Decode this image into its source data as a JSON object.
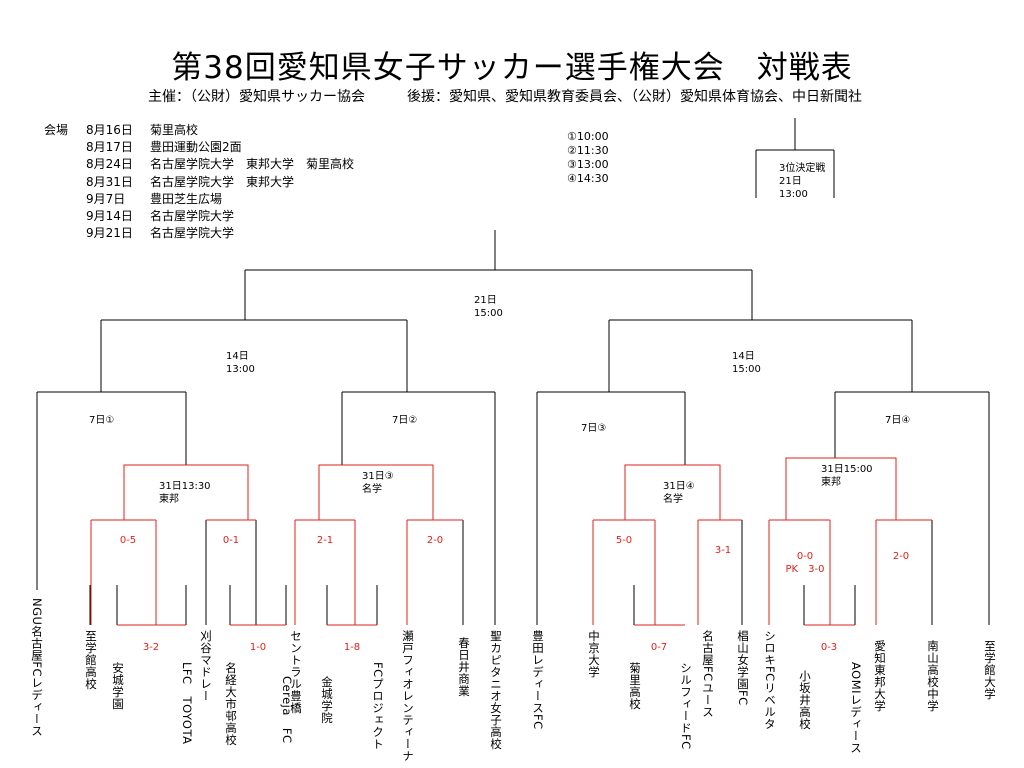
{
  "title": "第38回愛知県女子サッカー選手権大会　対戦表",
  "subtitle": "主催：（公財）愛知県サッカー協会　　　後援：愛知県、愛知県教育委員会、（公財）愛知県体育協会、中日新聞社",
  "venue": {
    "label": "会場",
    "rows": [
      {
        "date": "8月16日",
        "place": "菊里高校"
      },
      {
        "date": "8月17日",
        "place": "豊田運動公園2面"
      },
      {
        "date": "8月24日",
        "place": "名古屋学院大学　東邦大学　菊里高校"
      },
      {
        "date": "8月31日",
        "place": "名古屋学院大学　東邦大学"
      },
      {
        "date": "9月7日",
        "place": "豊田芝生広場"
      },
      {
        "date": "9月14日",
        "place": "名古屋学院大学"
      },
      {
        "date": "9月21日",
        "place": "名古屋学院大学"
      }
    ]
  },
  "times": [
    "①10:00",
    "②11:30",
    "③13:00",
    "④14:30"
  ],
  "third_place": {
    "title": "3位決定戦",
    "day": "21日",
    "time": "13:00"
  },
  "rounds": {
    "final": {
      "day": "21日",
      "time": "15:00"
    },
    "semi_left": {
      "day": "14日",
      "time": "13:00"
    },
    "semi_right": {
      "day": "14日",
      "time": "15:00"
    },
    "qf1": "7日①",
    "qf2": "7日②",
    "qf3": "7日③",
    "qf4": "7日④",
    "r31_1": {
      "when": "31日13:30",
      "place": "東邦"
    },
    "r31_2": {
      "when": "31日③",
      "place": "名学"
    },
    "r31_3": {
      "when": "31日④",
      "place": "名学"
    },
    "r31_4": {
      "when": "31日15:00",
      "place": "東邦"
    }
  },
  "scores": {
    "s1": "0-5",
    "s2": "0-1",
    "s3": "2-1",
    "s4": "2-0",
    "s5": "5-0",
    "s6": "3-1",
    "s7a": "0-0",
    "s7b": "PK　3-0",
    "s8": "2-0",
    "f1": "3-2",
    "f2": "1-0",
    "f3": "1-8",
    "f4": "0-7",
    "f5": "0-3"
  },
  "teams": [
    "NGU名古屋FCレディース",
    "至学館高校",
    "安城学園",
    "LFC　TOYOTA",
    "刈谷マドレー",
    "名経大市邨高校",
    "Cereja　FC",
    "セントラル豊橋",
    "金城学院",
    "FCプロジェクト",
    "瀬戸フィオレンティーナ",
    "春日井商業",
    "聖カピタニオ女子高校",
    "豊田レディースFC",
    "中京大学",
    "菊里高校",
    "シルフィードFC",
    "名古屋FCユース",
    "椙山女学園FC",
    "シロキFCリベルタ",
    "小坂井高校",
    "AOMIレディース",
    "愛知東邦大学",
    "南山高校中学",
    "至学館大学"
  ],
  "colors": {
    "line": "#000000",
    "win": "#e0221b"
  }
}
